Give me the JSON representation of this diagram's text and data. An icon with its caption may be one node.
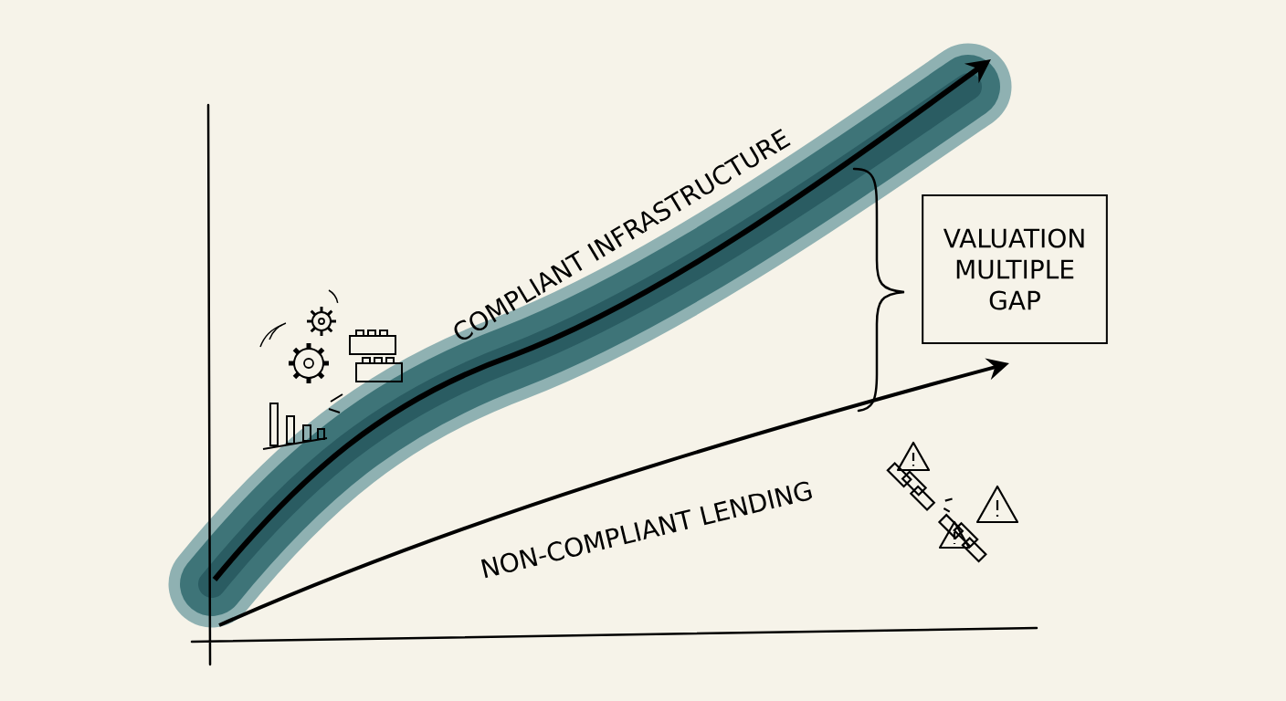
{
  "diagram": {
    "nodes": [
      {
        "text": [
          "VALUATION MULTIPLE GAP"
        ]
      }
    ],
    "labels": [
      "COMPLIANT INFRASTRUCTURE",
      "NON-COMPLIANT LENDING"
    ]
  }
}
